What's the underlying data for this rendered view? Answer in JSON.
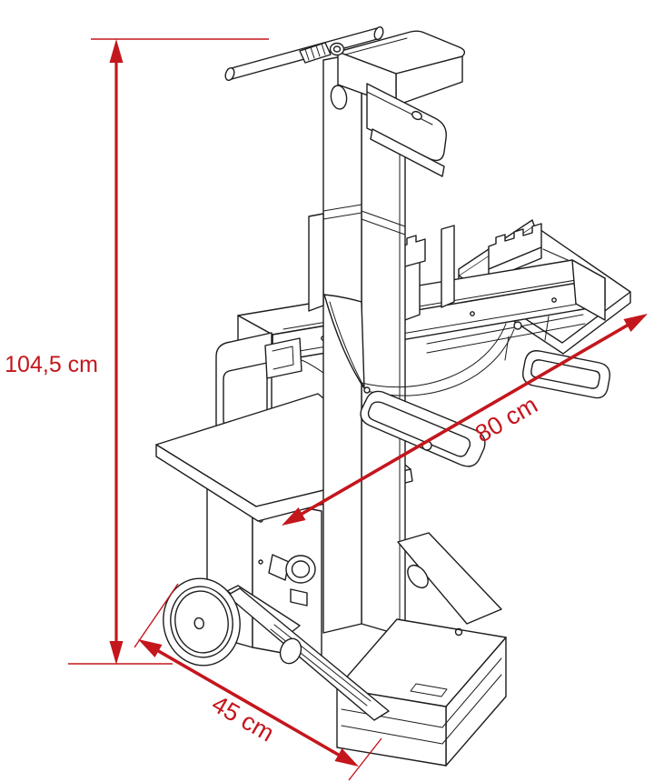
{
  "diagram": {
    "subject": "vertical log splitter isometric line drawing with overall dimensions",
    "background_color": "#ffffff",
    "line_color": "#1d1d1d",
    "dimension_color": "#c4161d",
    "units": "cm",
    "dimensions": {
      "height": {
        "label": "104,5 cm",
        "orientation": "vertical-left"
      },
      "length": {
        "label": "80 cm",
        "orientation": "diagonal-up-right"
      },
      "width": {
        "label": "45 cm",
        "orientation": "diagonal-down-right"
      }
    }
  }
}
